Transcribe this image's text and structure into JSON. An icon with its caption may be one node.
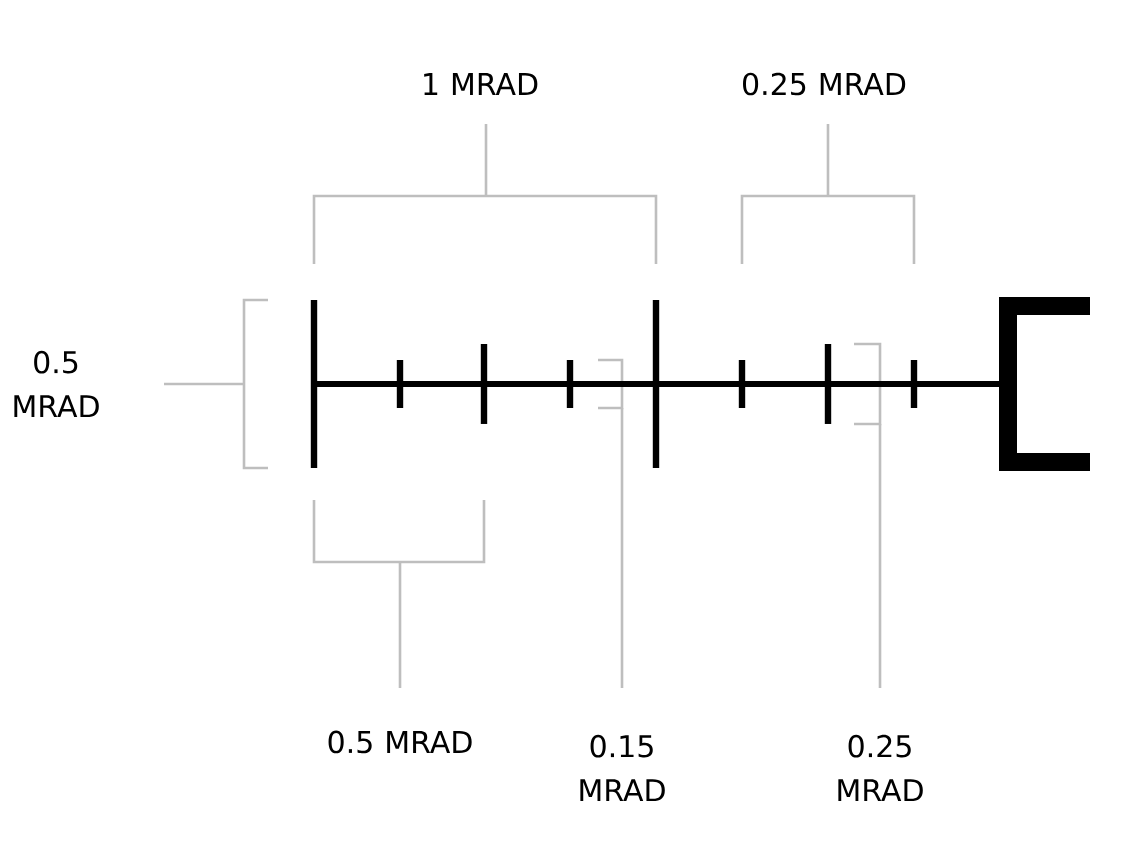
{
  "diagram": {
    "labels": [
      "1 MRAD",
      "0.25 MRAD",
      "0.5 MRAD",
      "0.5 MRAD",
      "0.15 MRAD",
      "0.25 MRAD"
    ]
  }
}
